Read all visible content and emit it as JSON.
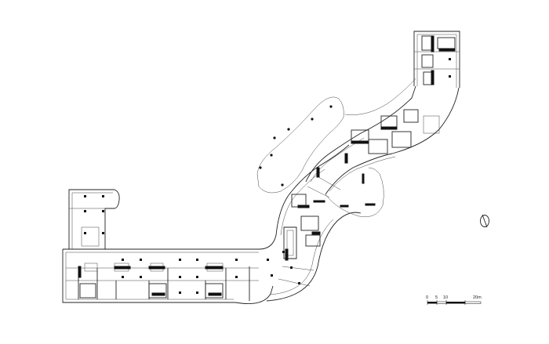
{
  "scale_bar": {
    "labels": [
      "0",
      "5",
      "10",
      "20m"
    ]
  },
  "icons": {
    "north": "north-arrow-icon"
  }
}
